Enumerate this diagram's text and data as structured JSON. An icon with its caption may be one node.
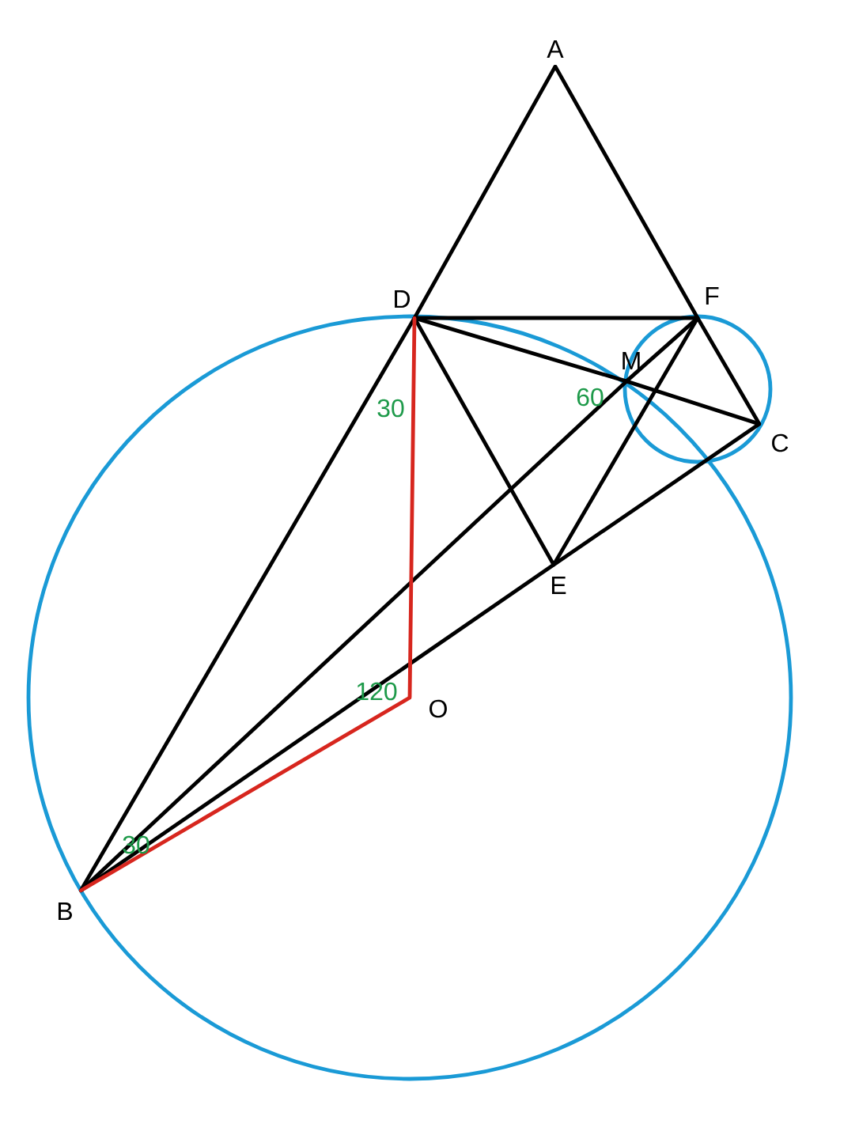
{
  "diagram": {
    "nodes": [
      {
        "text": [
          "A"
        ]
      },
      {
        "text": [
          "D"
        ]
      },
      {
        "text": [
          "F"
        ]
      },
      {
        "text": [
          "M"
        ]
      },
      {
        "text": [
          "C"
        ]
      },
      {
        "text": [
          "E"
        ]
      },
      {
        "text": [
          "O"
        ]
      },
      {
        "text": [
          "B"
        ]
      }
    ],
    "edges": [
      {
        "from": 0,
        "to": 1,
        "arrow": "none"
      },
      {
        "from": 1,
        "to": 7,
        "arrow": "none"
      },
      {
        "from": 0,
        "to": 2,
        "arrow": "none"
      },
      {
        "from": 2,
        "to": 4,
        "arrow": "none"
      },
      {
        "from": 1,
        "to": 2,
        "arrow": "none"
      },
      {
        "from": 1,
        "to": 3,
        "arrow": "none"
      },
      {
        "from": 3,
        "to": 4,
        "arrow": "none"
      },
      {
        "from": 1,
        "to": 5,
        "arrow": "none"
      },
      {
        "from": 2,
        "to": 5,
        "arrow": "none"
      },
      {
        "from": 2,
        "to": 3,
        "arrow": "none"
      },
      {
        "from": 3,
        "to": 7,
        "arrow": "none"
      },
      {
        "from": 7,
        "to": 5,
        "arrow": "none"
      },
      {
        "from": 5,
        "to": 4,
        "arrow": "none"
      },
      {
        "from": 1,
        "to": 6,
        "arrow": "none",
        "color": "#d7261e"
      },
      {
        "from": 6,
        "to": 7,
        "arrow": "none",
        "color": "#d7261e"
      }
    ],
    "labels": [
      "30",
      "60",
      "120",
      "30"
    ]
  }
}
